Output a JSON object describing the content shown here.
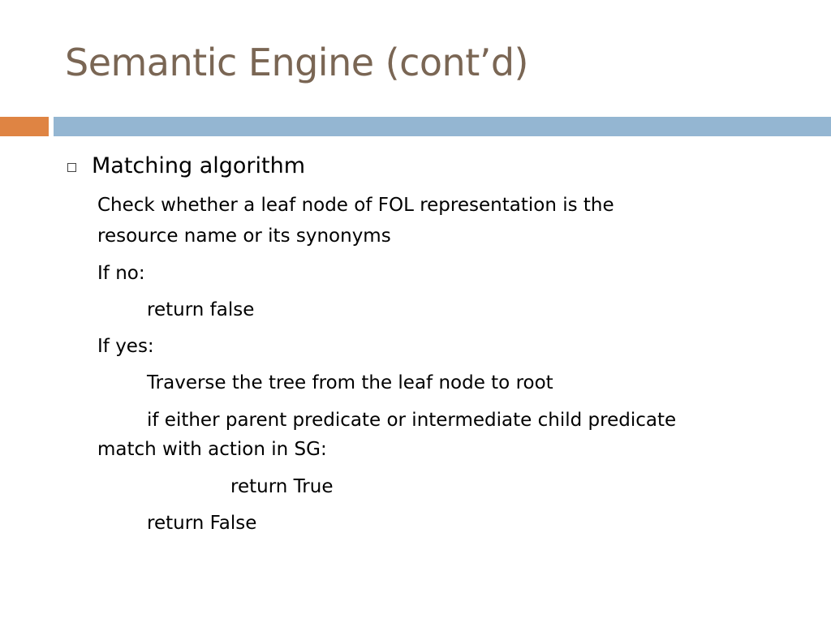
{
  "slide": {
    "title": "Semantic Engine (cont’d)",
    "colors": {
      "title": "#7a6654",
      "accent_orange": "#df8443",
      "accent_blue": "#94b6d2",
      "body_text": "#000000"
    },
    "bullet": {
      "icon": "hollow-square-icon",
      "text": "Matching algorithm"
    },
    "lines": [
      "Check whether a leaf node of FOL representation is the",
      "resource name or its synonyms",
      "If no:",
      "return false",
      "If yes:",
      "Traverse the tree from the leaf node to root",
      "if either parent predicate or intermediate child predicate",
      "match with action in SG:",
      "return True",
      "return False"
    ]
  }
}
